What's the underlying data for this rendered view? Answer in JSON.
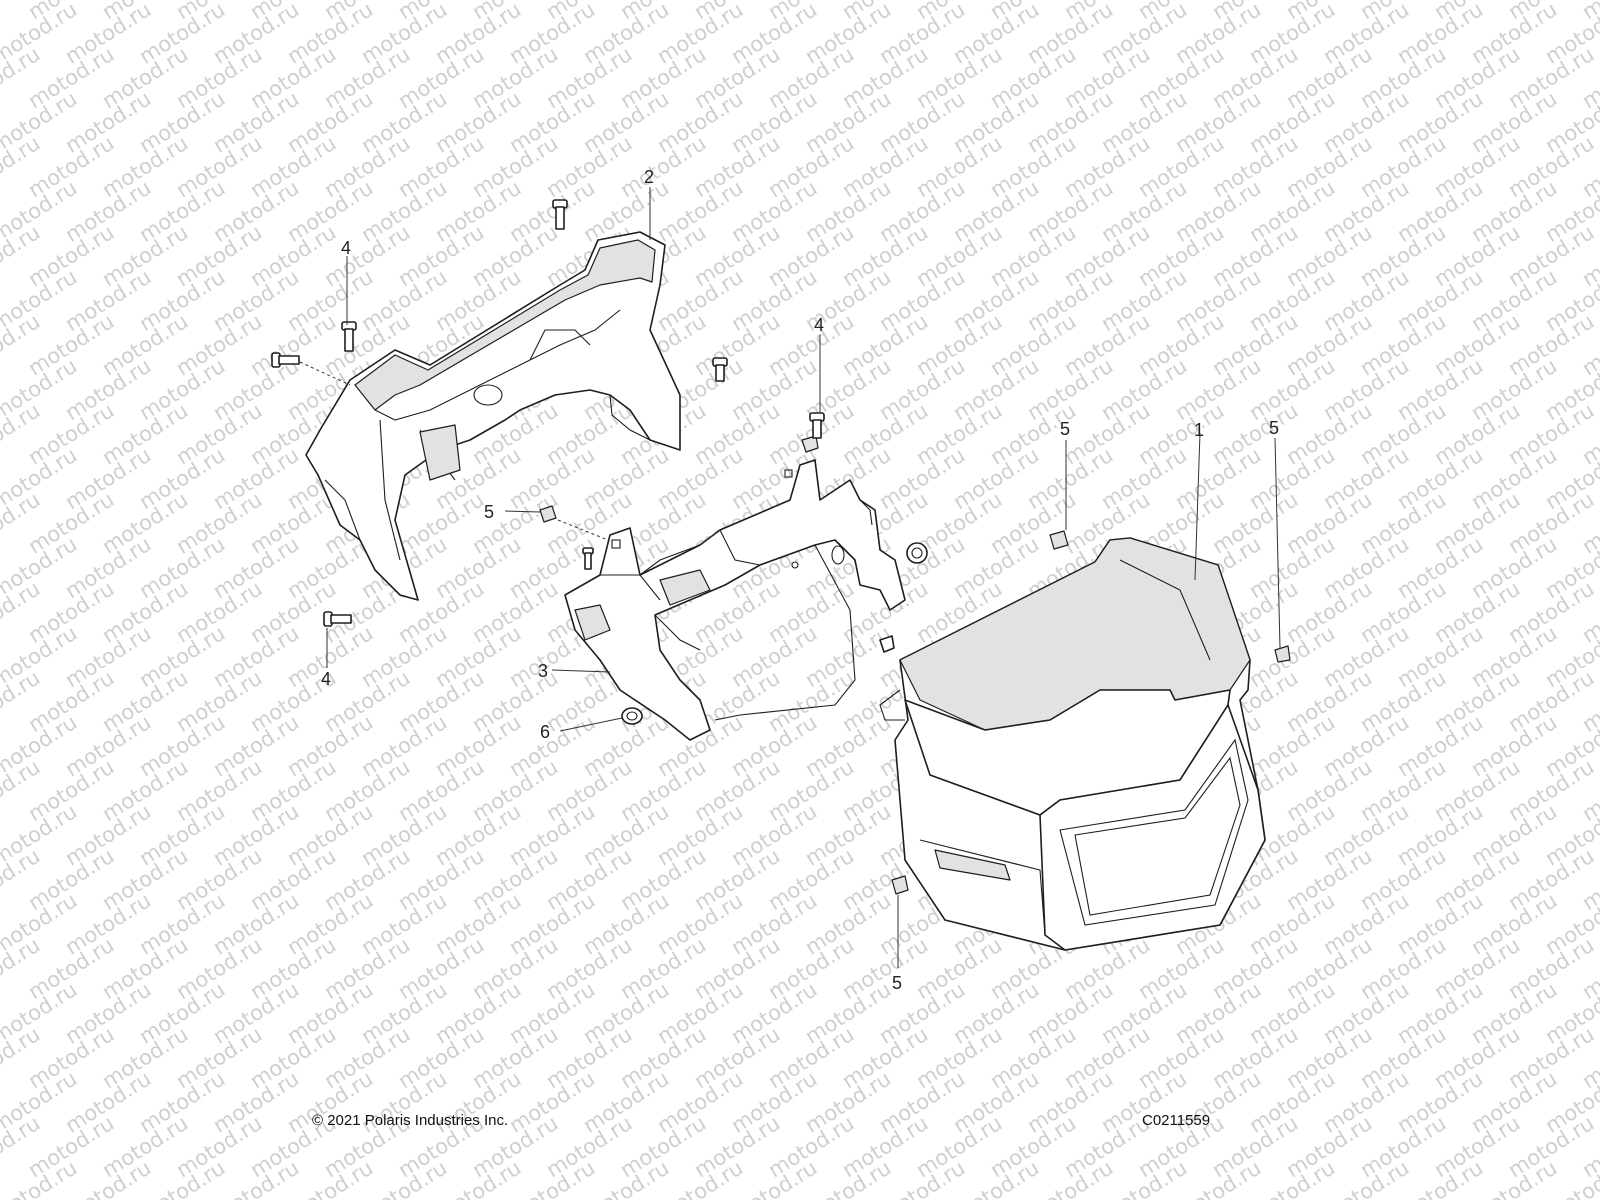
{
  "watermark": {
    "text": "motod.ru"
  },
  "callouts": [
    {
      "id": "c2",
      "label": "2"
    },
    {
      "id": "c4a",
      "label": "4"
    },
    {
      "id": "c4b",
      "label": "4"
    },
    {
      "id": "c4c",
      "label": "4"
    },
    {
      "id": "c5a",
      "label": "5"
    },
    {
      "id": "c5b",
      "label": "5"
    },
    {
      "id": "c5c",
      "label": "5"
    },
    {
      "id": "c5d",
      "label": "5"
    },
    {
      "id": "c1",
      "label": "1"
    },
    {
      "id": "c3",
      "label": "3"
    },
    {
      "id": "c6",
      "label": "6"
    }
  ],
  "footer": {
    "copyright": "© 2021 Polaris Industries Inc.",
    "figure_id": "C0211559"
  },
  "colors": {
    "line": "#1e1e1e",
    "shade": "#e2e2e2",
    "watermark": "#cfcfcf"
  }
}
